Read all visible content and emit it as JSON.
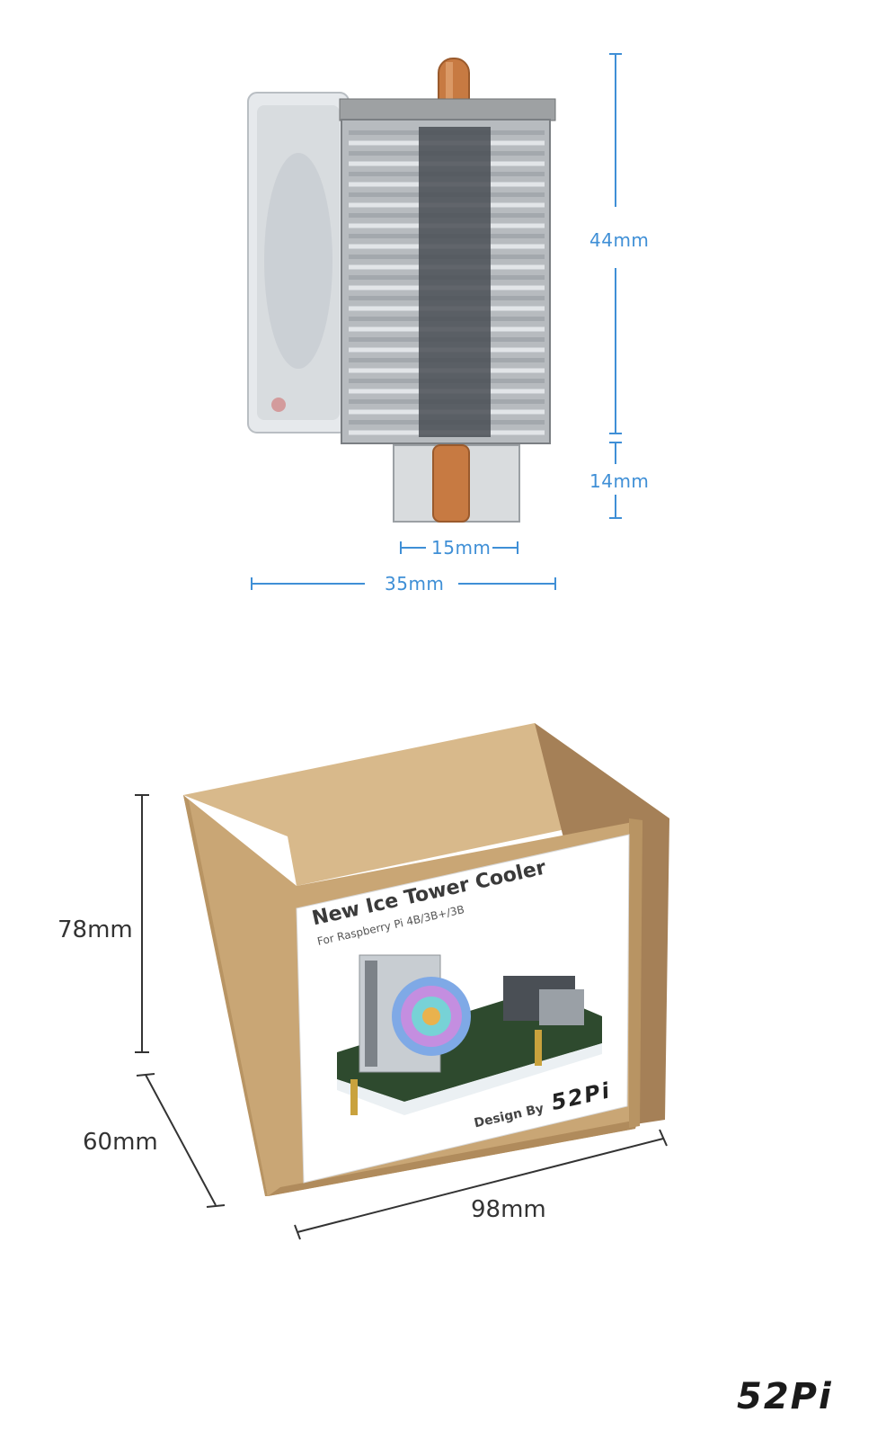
{
  "colors": {
    "dimension_blue": "#3f8fd6",
    "dimension_dark": "#333333",
    "cardboard": "#c9a675",
    "copper": "#c77a42"
  },
  "cooler": {
    "height_label": "44mm",
    "base_height_label": "14mm",
    "base_width_label": "15mm",
    "width_label": "35mm"
  },
  "box": {
    "title": "New Ice Tower Cooler",
    "subtitle": "For Raspberry Pi 4B/3B+/3B",
    "design_by": "Design By",
    "brand": "52Pi",
    "height_label": "78mm",
    "depth_label": "60mm",
    "width_label": "98mm"
  },
  "footer": {
    "brand_logo": "52Pi"
  }
}
